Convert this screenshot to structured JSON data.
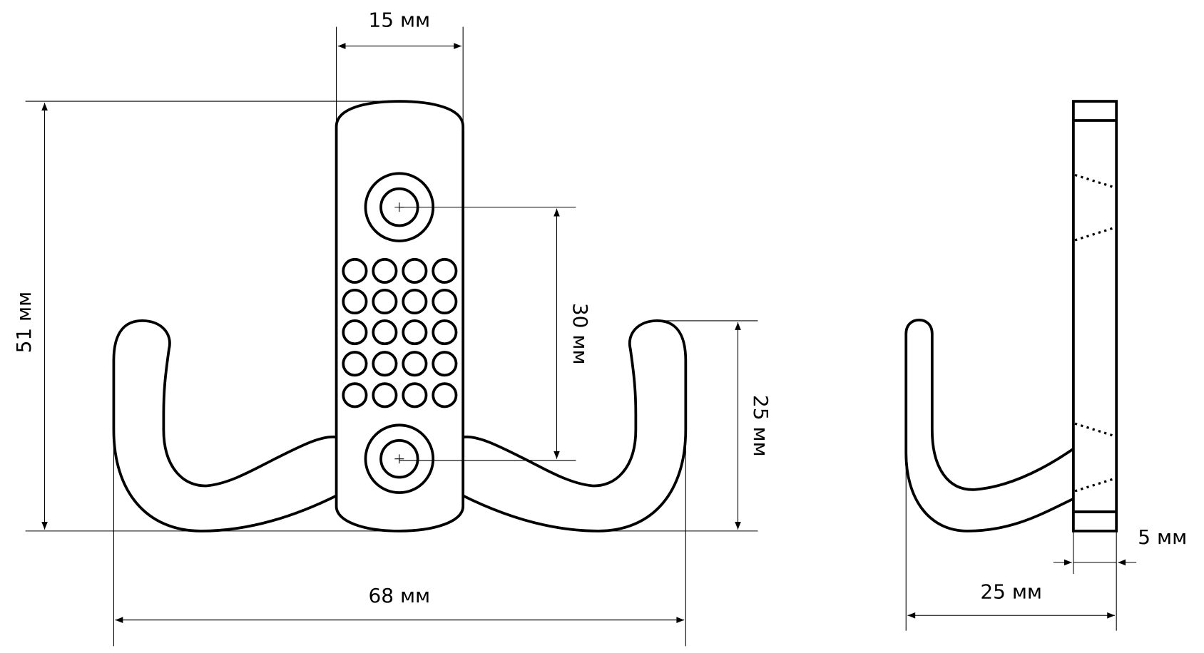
{
  "labels": {
    "plate_width": "15 мм",
    "total_height": "51 мм",
    "hole_spacing": "30 мм",
    "hook_height": "25 мм",
    "total_width": "68 мм",
    "depth": "25 мм",
    "plate_thickness": "5 мм"
  }
}
